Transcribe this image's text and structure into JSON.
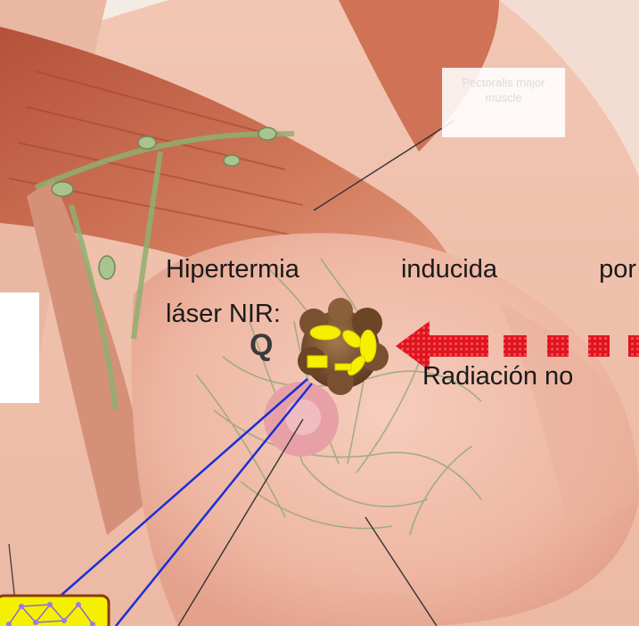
{
  "heading": {
    "words": [
      "Hipertermia",
      "inducida",
      "por"
    ],
    "line2": "láser NIR:"
  },
  "tumor_label": "Q",
  "radiation_label": "Radiación no",
  "muscle_label": {
    "line1": "Pectoralis major",
    "line2": "muscle"
  },
  "colors": {
    "background": "#f3ece4",
    "skin": "#f2c7b4",
    "muscle": "#c9684a",
    "lymph": "#9fb88a",
    "tumor": "#7a5130",
    "particles": "#f5f000",
    "arrow": "#e0141e",
    "pointer_lines": "#1a2fd6"
  },
  "icons": [
    "tumor-icon",
    "nanoparticle-icon",
    "laser-arrow-icon",
    "molecule-inset-icon"
  ]
}
